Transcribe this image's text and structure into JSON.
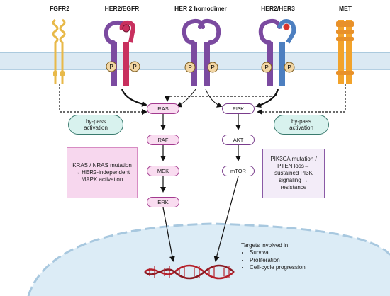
{
  "receptors": [
    {
      "id": "fgfr2",
      "label": "FGFR2"
    },
    {
      "id": "her2-egfr",
      "label": "HER2/EGFR"
    },
    {
      "id": "her2-homodimer",
      "label": "HER 2 homodimer"
    },
    {
      "id": "her2-her3",
      "label": "HER2/HER3"
    },
    {
      "id": "met",
      "label": "MET"
    }
  ],
  "phospho_label": "P",
  "mapk_pathway": [
    "RAS",
    "RAF",
    "MEK",
    "ERK"
  ],
  "pi3k_pathway": [
    "PI3K",
    "AKT",
    "mTOR"
  ],
  "bypass_left": "by-pass\nactivation",
  "bypass_right": "by-pass\nactivation",
  "note_left": "KRAS / NRAS mutation\n→ HER2-independent\nMAPK activation",
  "note_right": "PIK3CA mutation /\nPTEN loss→\nsustained PI3K\nsignaling →\nresistance",
  "targets": {
    "title": "Targets involved in:",
    "items": [
      "Survival",
      "Proliferation",
      "Cell-cycle progression"
    ]
  },
  "colors": {
    "membrane": "#dbe9f3",
    "nucleus": "#dcecf6",
    "fgfr2": "#e8b949",
    "met": "#f2a32b",
    "her2": "#7b4aa0",
    "egfr": "#c8305e",
    "her3": "#4d7fc0",
    "dna": "#b5202a"
  }
}
